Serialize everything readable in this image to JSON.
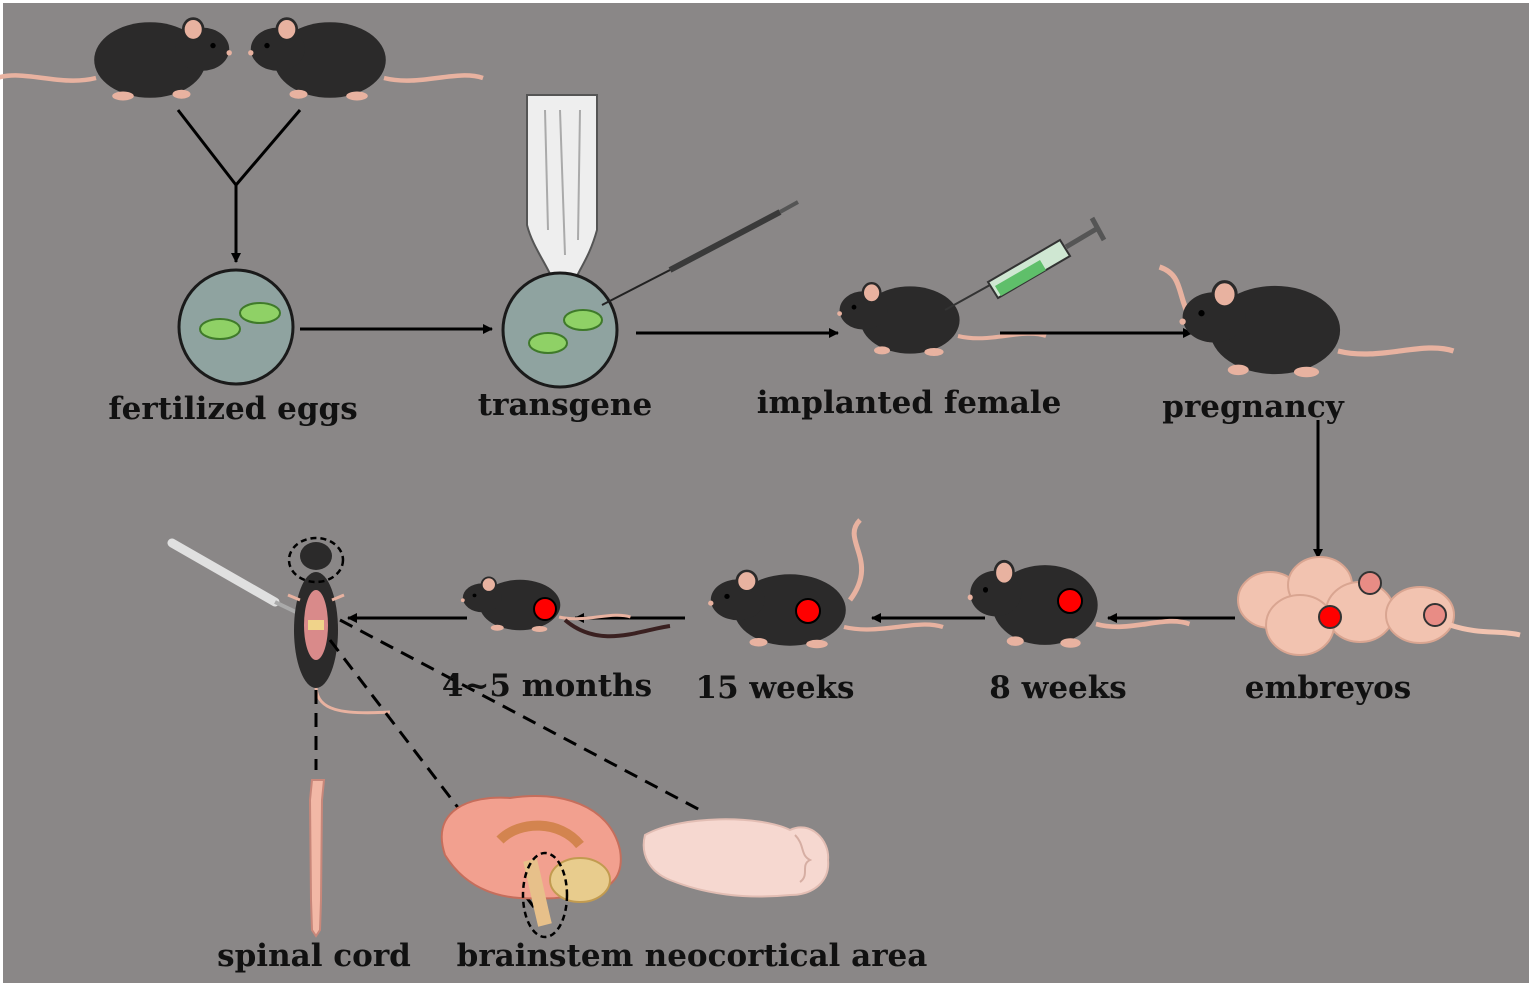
{
  "colors": {
    "background": "#8a8787",
    "mouse_fur": "#2b2a2a",
    "mouse_skin": "#e8b2a0",
    "egg_dish": "#8fa3a0",
    "egg": "#8fd166",
    "marker": "#ff0000",
    "arrow": "#000000"
  },
  "steps": {
    "fertilized_eggs": "fertilized eggs",
    "transgene": "transgene",
    "implanted_female": "implanted female",
    "pregnancy": "pregnancy",
    "embryos": "embreyos",
    "week8": "8 weeks",
    "week15": "15 weeks",
    "months": "4~5 months"
  },
  "tissues": {
    "spinal_cord": "spinal cord",
    "brainstem": "brainstem",
    "neocortical": "neocortical area"
  },
  "icons": [
    "mouse-icon",
    "petri-dish-icon",
    "micropipette-icon",
    "syringe-icon",
    "embryo-icon",
    "scalpel-icon",
    "brain-icon",
    "spinal-cord-icon"
  ]
}
